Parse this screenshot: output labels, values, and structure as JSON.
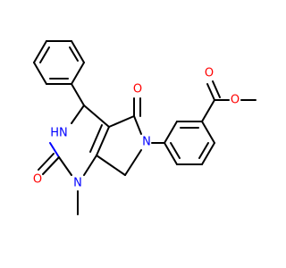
{
  "molecule": {
    "colors": {
      "carbon_bond": "#000000",
      "oxygen": "#ff0000",
      "nitrogen": "#0000ff",
      "background": "#ffffff"
    },
    "atoms": {
      "o_lactam": "O",
      "o_urea": "O",
      "o_ester_carbonyl": "O",
      "o_ester_ether": "O",
      "n_pyrrolidinone": "N",
      "n_methyl": "N",
      "n_h": "HN"
    }
  }
}
